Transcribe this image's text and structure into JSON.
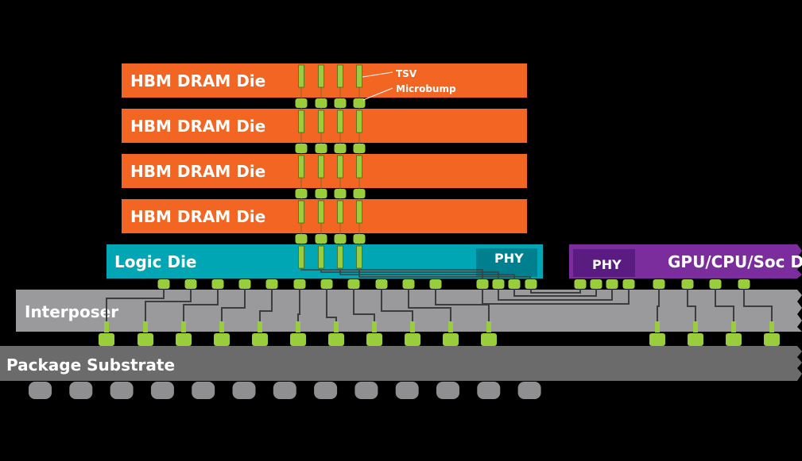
{
  "labels": {
    "hbm_die": "HBM DRAM Die",
    "tsv": "TSV",
    "microbump": "Microbump",
    "logic_die": "Logic Die",
    "phy": "PHY",
    "gpu_die": "GPU/CPU/Soc Die",
    "interposer": "Interposer",
    "package_substrate": "Package Substrate"
  },
  "colors": {
    "background": "#000000",
    "hbm_die": "#f26522",
    "logic_die": "#00a6b4",
    "phy_logic": "#00808e",
    "gpu_die": "#7b2d9e",
    "phy_gpu": "#5a1c80",
    "interposer": "#9a9a9c",
    "substrate": "#6b6b6b",
    "ball": "#8f8f91",
    "bump": "#9acd3c",
    "trace": "#3d3d3f"
  },
  "hbm_die_count": 4,
  "tsv_columns": 4
}
